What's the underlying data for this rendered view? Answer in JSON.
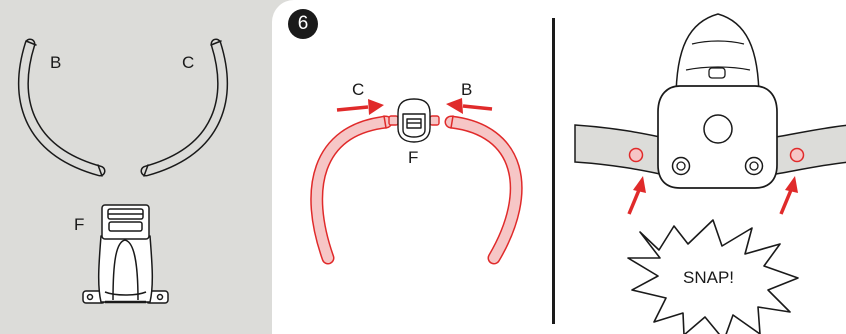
{
  "step": {
    "number": "6"
  },
  "parts": {
    "left_arm_letter": "B",
    "right_arm_letter": "C",
    "base_letter": "F"
  },
  "assembly": {
    "left_arrow_letter": "C",
    "right_arrow_letter": "B",
    "center_letter": "F"
  },
  "detail": {
    "callout_text": "SNAP!"
  },
  "colors": {
    "accent_red": "#e02a2a",
    "highlight_fill": "#f6c6c6",
    "panel_gray": "#dcdcd9",
    "line": "#1a1a1a"
  }
}
